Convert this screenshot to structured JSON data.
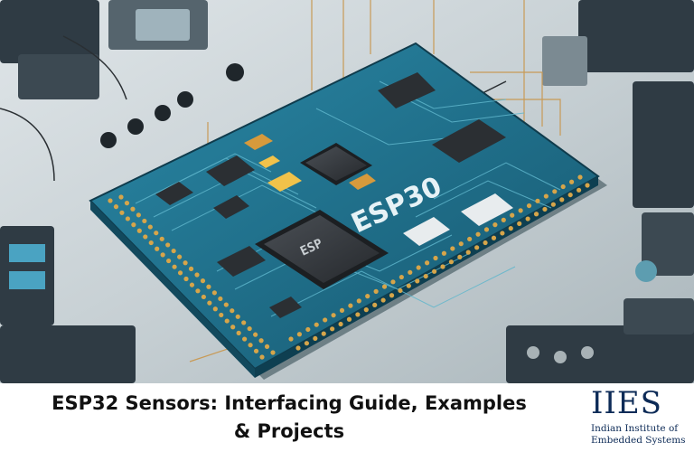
{
  "caption": {
    "line1": "ESP32 Sensors: Interfacing Guide, Examples",
    "line2": "& Projects"
  },
  "logo": {
    "mark": "IIES",
    "subtitle_line1": "Indian Institute of",
    "subtitle_line2": "Embedded Systems"
  },
  "board": {
    "silkscreen": "ESP30",
    "chip_marking": "ESP"
  },
  "colors": {
    "board": "#1f6f8b",
    "trace": "#5fb6cc",
    "brand": "#0d2b57"
  }
}
